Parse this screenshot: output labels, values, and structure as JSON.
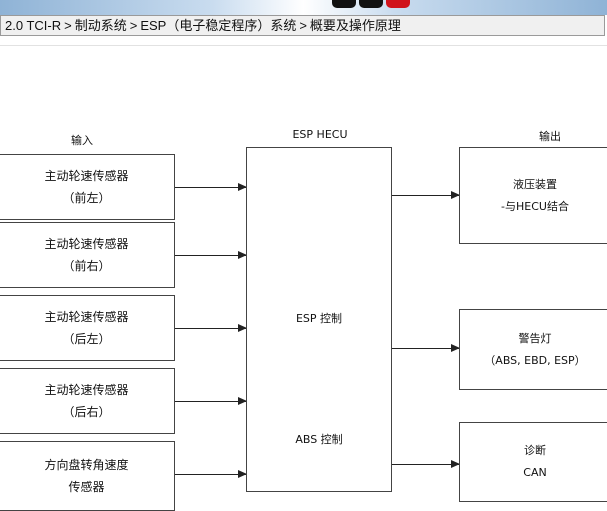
{
  "breadcrumb": {
    "items": [
      "2.0 TCI-R",
      "制动系统",
      "ESP（电子稳定程序）系统",
      "概要及操作原理"
    ],
    "separator": ">"
  },
  "colors": {
    "brand_red": "#d0121b",
    "header_blue": "#8fb3d6",
    "box_border": "#444444"
  },
  "diagram": {
    "input_header": "输入",
    "center_header": "ESP HECU",
    "output_header": "输出",
    "inputs": [
      {
        "line1": "主动轮速传感器",
        "line2": "（前左）"
      },
      {
        "line1": "主动轮速传感器",
        "line2": "（前右）"
      },
      {
        "line1": "主动轮速传感器",
        "line2": "（后左）"
      },
      {
        "line1": "主动轮速传感器",
        "line2": "（后右）"
      },
      {
        "line1": "方向盘转角速度",
        "line2": "传感器"
      }
    ],
    "center_labels": [
      "ESP 控制",
      "ABS 控制"
    ],
    "outputs": [
      {
        "line1": "液压装置",
        "line2": "-与HECU结合"
      },
      {
        "line1": "警告灯",
        "line2": "（ABS, EBD, ESP）"
      },
      {
        "line1": "诊断",
        "line2": "CAN"
      }
    ]
  }
}
